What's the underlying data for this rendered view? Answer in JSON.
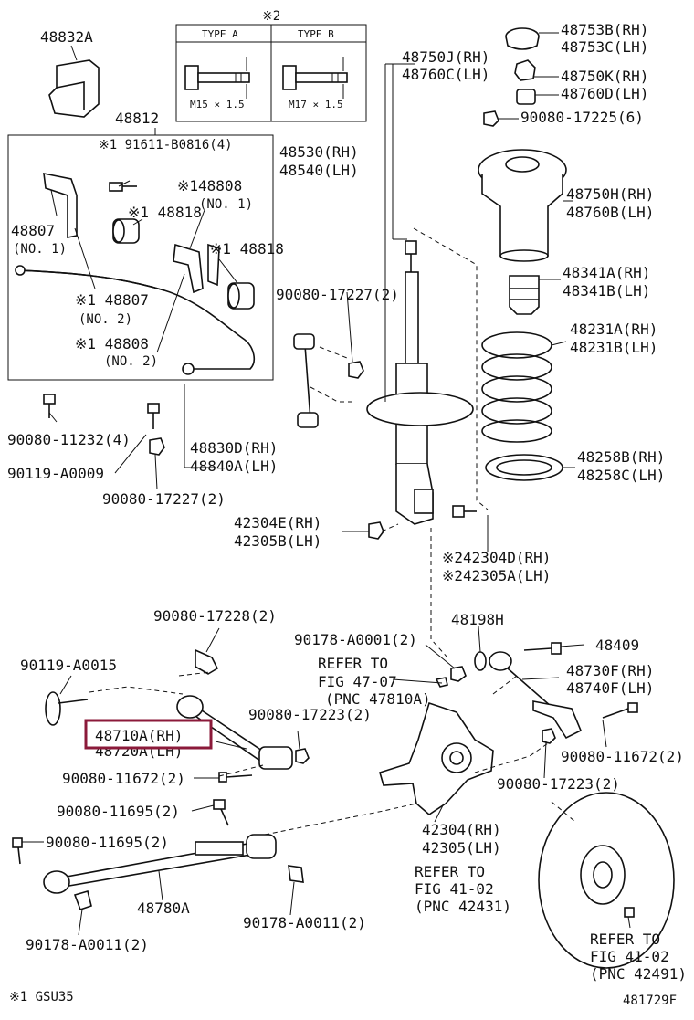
{
  "type_table": {
    "note": "※2",
    "type_a": "TYPE A",
    "type_b": "TYPE B",
    "size_a": "M15 × 1.5",
    "size_b": "M17 × 1.5"
  },
  "labels": {
    "p48832A": "48832A",
    "p48812": "48812",
    "p91611": "※1  91611-B0816(4)",
    "p48808_no1_a": "※148808",
    "p48808_no1_b": "(NO. 1)",
    "p48818_a": "※1  48818",
    "p48818_b": "※1  48818",
    "p48807_no1_a": "48807",
    "p48807_no1_b": "(NO. 1)",
    "p48807_no2_a": "※1  48807",
    "p48807_no2_b": "(NO. 2)",
    "p48808_no2_a": "※1  48808",
    "p48808_no2_b": "(NO. 2)",
    "p90080_11232": "90080-11232(4)",
    "p90119_A0009": "90119-A0009",
    "p90080_17227_a": "90080-17227(2)",
    "p90080_17227_b": "90080-17227(2)",
    "p48830D": "48830D(RH)",
    "p48840A": "48840A(LH)",
    "p48750J": "48750J(RH)",
    "p48760C": "48760C(LH)",
    "p48530": "48530(RH)",
    "p48540": "48540(LH)",
    "p48753B": "48753B(RH)",
    "p48753C": "48753C(LH)",
    "p48750K": "48750K(RH)",
    "p48760D": "48760D(LH)",
    "p90080_17225": "90080-17225(6)",
    "p48750H": "48750H(RH)",
    "p48760B": "48760B(LH)",
    "p48341A": "48341A(RH)",
    "p48341B": "48341B(LH)",
    "p48231A": "48231A(RH)",
    "p48231B": "48231B(LH)",
    "p48258B": "48258B(RH)",
    "p48258C": "48258C(LH)",
    "p42304E": "42304E(RH)",
    "p42305B": "42305B(LH)",
    "p42304D": "※242304D(RH)",
    "p42305A": "※242305A(LH)",
    "p90080_17228": "90080-17228(2)",
    "p90178_A0001": "90178-A0001(2)",
    "p48198H": "48198H",
    "p48409": "48409",
    "p90119_A0015": "90119-A0015",
    "ref47_a": "REFER TO",
    "ref47_b": "FIG 47-07",
    "ref47_c": "(PNC 47810A)",
    "p48730F": "48730F(RH)",
    "p48740F": "48740F(LH)",
    "p48710A": "48710A(RH)",
    "p48720A": "48720A(LH)",
    "p90080_17223_a": "90080-17223(2)",
    "p90080_11672_a": "90080-11672(2)",
    "p90080_11672_b": "90080-11672(2)",
    "p90080_17223_b": "90080-17223(2)",
    "p90080_11695_a": "90080-11695(2)",
    "p90080_11695_b": "90080-11695(2)",
    "p42304": "42304(RH)",
    "p42305": "42305(LH)",
    "ref41a_a": "REFER TO",
    "ref41a_b": "FIG 41-02",
    "ref41a_c": "(PNC 42431)",
    "p48780A": "48780A",
    "p90178_A0011_a": "90178-A0011(2)",
    "p90178_A0011_b": "90178-A0011(2)",
    "ref41b_a": "REFER TO",
    "ref41b_b": "FIG 41-02",
    "ref41b_c": "(PNC 42491)",
    "footnote": "※1 GSU35",
    "code": "481729F"
  },
  "highlight": {
    "part": "48710A(RH)",
    "color": "#8B1A3A"
  }
}
